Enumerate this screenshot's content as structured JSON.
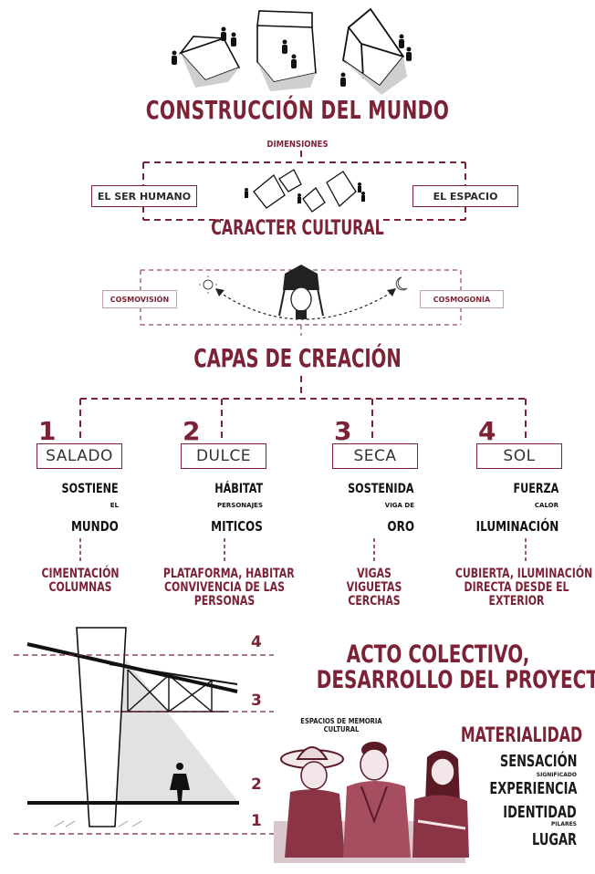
{
  "title": "CONSTRUCCIÓN DEL MUNDO",
  "dimensions_label": "DIMENSIONES",
  "left_box": "EL SER HUMANO",
  "right_box": "EL ESPACIO",
  "cultural_title": "CARACTER CULTURAL",
  "cosmovision": "COSMOVISIÓN",
  "cosmogonia": "COSMOGONÍA",
  "layers_title": "CAPAS DE CREACIÓN",
  "layers": [
    {
      "num": "1",
      "name": "SALADO",
      "verb": "SOSTIENE",
      "small": "EL",
      "noun": "MUNDO",
      "arch": [
        "CIMENTACIÓN",
        "COLUMNAS"
      ]
    },
    {
      "num": "2",
      "name": "DULCE",
      "verb": "HÁBITAT",
      "small": "PERSONAJES",
      "noun": "MITICOS",
      "arch": [
        "PLATAFORMA, HABITAR",
        "CONVIVENCIA DE LAS",
        "PERSONAS"
      ]
    },
    {
      "num": "3",
      "name": "SECA",
      "verb": "SOSTENIDA",
      "small": "VIGA DE",
      "noun": "ORO",
      "arch": [
        "VIGAS",
        "VIGUETAS",
        "CERCHAS"
      ]
    },
    {
      "num": "4",
      "name": "SOL",
      "verb": "FUERZA",
      "small": "CALOR",
      "noun": "ILUMINACIÓN",
      "arch": [
        "CUBIERTA, ILUMINACIÓN",
        "DIRECTA DESDE EL",
        "EXTERIOR"
      ]
    }
  ],
  "section_levels": [
    "4",
    "3",
    "2",
    "1"
  ],
  "acto_title": [
    "ACTO COLECTIVO,",
    "DESARROLLO DEL PROYECTO"
  ],
  "memoria": [
    "ESPACIOS DE MEMORIA",
    "CULTURAL"
  ],
  "materialidad": {
    "title": "MATERIALIDAD",
    "sensacion": "SENSACIÓN",
    "significado": "SIGNIFICADO",
    "experiencia": "EXPERIENCIA",
    "identidad": "IDENTIDAD",
    "pilares": "PILARES",
    "lugar": "LUGAR"
  },
  "colors": {
    "accent": "#7b2335",
    "text": "#1a1a1a",
    "shade": "#dcdcdc"
  }
}
